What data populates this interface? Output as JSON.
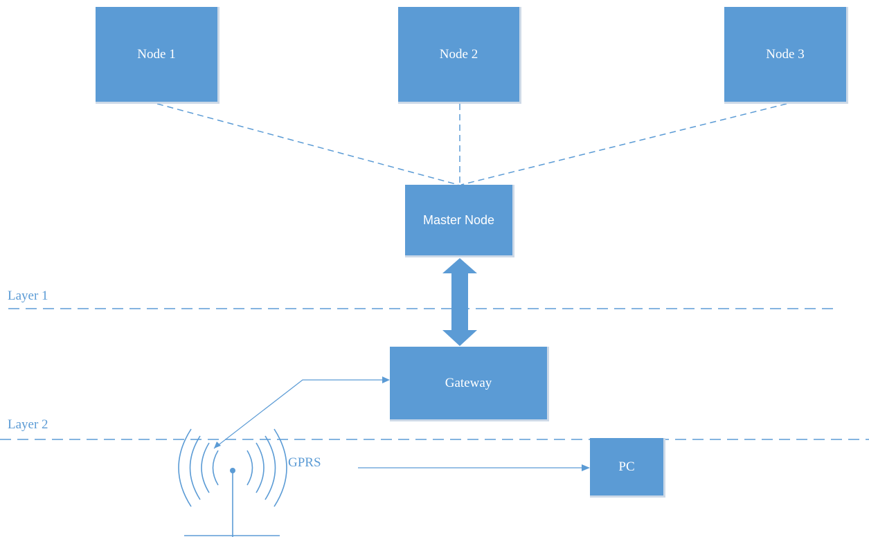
{
  "nodes": {
    "node1": "Node 1",
    "node2": "Node 2",
    "node3": "Node 3",
    "master": "Master Node",
    "gateway": "Gateway",
    "pc": "PC"
  },
  "labels": {
    "layer1": "Layer 1",
    "layer2": "Layer 2",
    "gprs": "GPRS"
  },
  "colors": {
    "box_fill": "#5b9bd5",
    "line": "#5b9bd5",
    "text_on_box": "#ffffff"
  },
  "icons": {
    "antenna": "wireless-antenna-icon"
  }
}
